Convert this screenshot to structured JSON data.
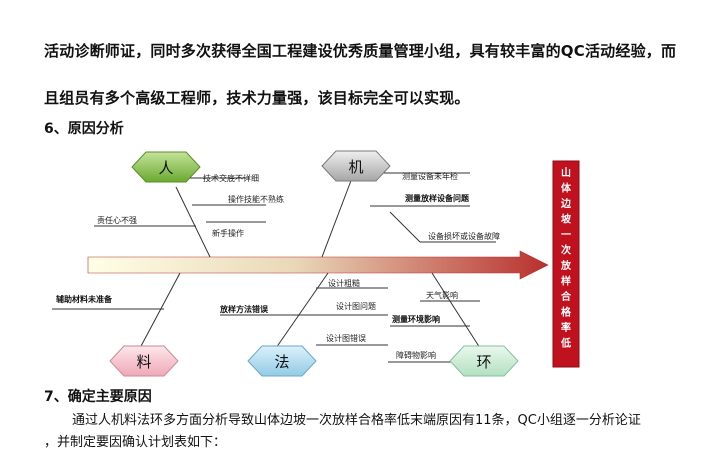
{
  "paragraph": {
    "line1": "活动诊断师证，同时多次获得全国工程建设优秀质量管理小组，具有较丰富的QC活动经验，而",
    "line2": "且组员有多个高级工程师，技术力量强，该目标完全可以实现。"
  },
  "section6": {
    "heading": "6、原因分析"
  },
  "fishbone": {
    "effect": [
      "山",
      "体",
      "边",
      "坡",
      "一",
      "次",
      "放",
      "样",
      "合",
      "格",
      "率",
      "低"
    ],
    "categories": {
      "person": "人",
      "machine": "机",
      "material": "料",
      "method": "法",
      "environment": "环"
    },
    "causes": {
      "person": [
        "技术交底不详细",
        "操作技能不熟练",
        "新手操作",
        "责任心不强"
      ],
      "machine": [
        "测量设备未年检",
        "测量放样设备问题",
        "设备损坏或设备故障"
      ],
      "material": [
        "辅助材料未准备"
      ],
      "method": [
        "设计粗糙",
        "设计图问题",
        "放样方法错误",
        "设计图错误"
      ],
      "environment": [
        "天气影响",
        "测量环境影响",
        "障碍物影响"
      ]
    },
    "colors": {
      "person": "#7fbf3f",
      "machine": "#b8b8b8",
      "material": "#f4b8c4",
      "method": "#a9d6ec",
      "environment": "#c4e8d0",
      "effect": "#c0111f",
      "spine": "#b8302e"
    }
  },
  "section7": {
    "heading": "7、确定主要原因",
    "body_line1": "通过人机料法环多方面分析导致山体边坡一次放样合格率低末端原因有11条，QC小组逐一分析论证",
    "body_line2": "，并制定要因确认计划表如下："
  }
}
